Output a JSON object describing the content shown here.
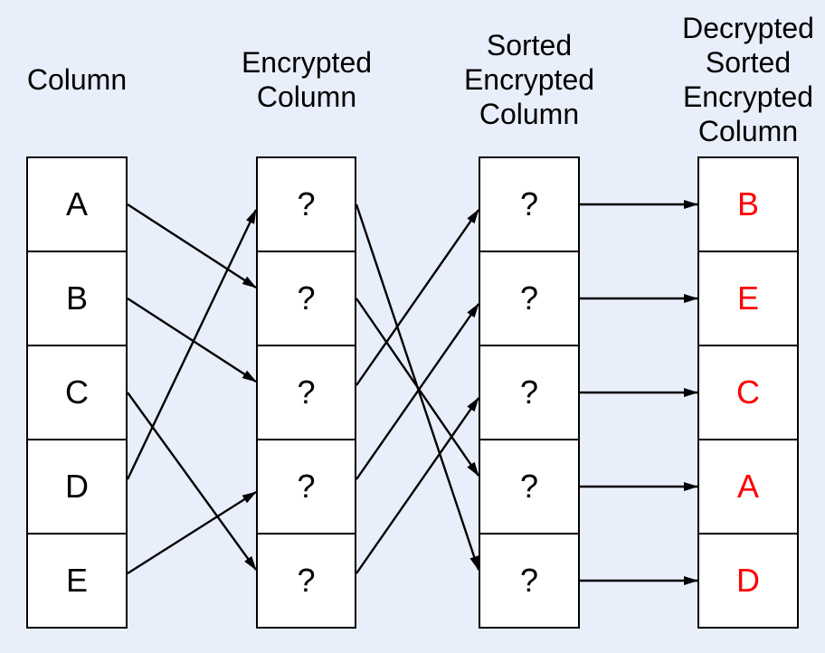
{
  "diagram": {
    "background_color": "#e8eefa",
    "box_fill_color": "#ffffff",
    "box_border_color": "#000000",
    "arrow_color": "#000000",
    "columns": [
      {
        "id": "plain",
        "title": "Column",
        "cell_text_color": "#000000",
        "cells": [
          "A",
          "B",
          "C",
          "D",
          "E"
        ]
      },
      {
        "id": "encrypted",
        "title": "Encrypted\nColumn",
        "cell_text_color": "#000000",
        "cells": [
          "?",
          "?",
          "?",
          "?",
          "?"
        ]
      },
      {
        "id": "sorted-encrypted",
        "title": "Sorted\nEncrypted\nColumn",
        "cell_text_color": "#000000",
        "cells": [
          "?",
          "?",
          "?",
          "?",
          "?"
        ]
      },
      {
        "id": "decrypted-sorted-encrypted",
        "title": "Decrypted\nSorted\nEncrypted\nColumn",
        "cell_text_color": "#ff0000",
        "cells": [
          "B",
          "E",
          "C",
          "A",
          "D"
        ]
      }
    ],
    "mappings": [
      {
        "name": "encrypt",
        "from_column": 0,
        "to_column": 1,
        "pairs": [
          [
            0,
            1
          ],
          [
            1,
            2
          ],
          [
            2,
            4
          ],
          [
            3,
            0
          ],
          [
            4,
            3
          ]
        ]
      },
      {
        "name": "sort",
        "from_column": 1,
        "to_column": 2,
        "pairs": [
          [
            0,
            4
          ],
          [
            1,
            3
          ],
          [
            2,
            0
          ],
          [
            3,
            1
          ],
          [
            4,
            2
          ]
        ]
      },
      {
        "name": "decrypt",
        "from_column": 2,
        "to_column": 3,
        "pairs": [
          [
            0,
            0
          ],
          [
            1,
            1
          ],
          [
            2,
            2
          ],
          [
            3,
            3
          ],
          [
            4,
            4
          ]
        ]
      }
    ]
  }
}
